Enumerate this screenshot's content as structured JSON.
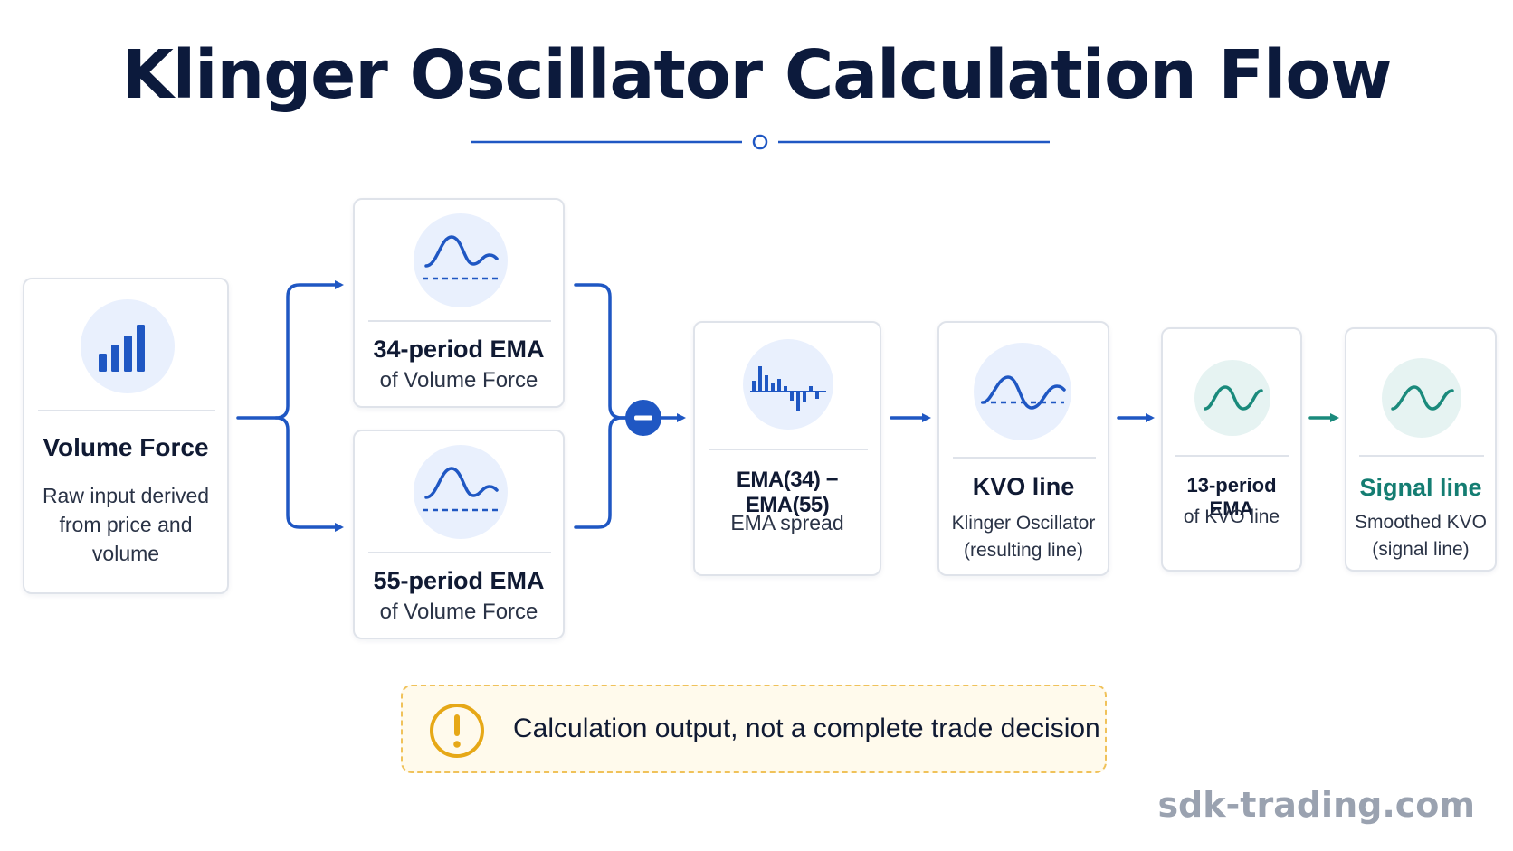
{
  "title": "Klinger Oscillator Calculation Flow",
  "nodes": {
    "volume_force": {
      "title": "Volume Force",
      "line1": "Raw input derived",
      "line2": "from price and",
      "line3": "volume",
      "icon": "bar-chart-icon"
    },
    "ema34": {
      "title": "34-period EMA",
      "subtitle": "of Volume Force",
      "icon": "wave-baseline-icon"
    },
    "ema55": {
      "title": "55-period EMA",
      "subtitle": "of Volume Force",
      "icon": "wave-baseline-icon"
    },
    "spread": {
      "title": "EMA(34) − EMA(55)",
      "subtitle": "EMA spread",
      "icon": "histogram-icon"
    },
    "kvo": {
      "title": "KVO line",
      "line1": "Klinger Oscillator",
      "line2": "(resulting line)",
      "icon": "oscillator-wave-icon"
    },
    "ema13": {
      "title": "13-period EMA",
      "subtitle": "of KVO line",
      "icon": "sine-wave-icon"
    },
    "signal": {
      "title": "Signal line",
      "line1": "Smoothed KVO",
      "line2": "(signal line)",
      "icon": "sine-wave-icon"
    }
  },
  "operator": {
    "symbol": "minus",
    "icon": "minus-circle-icon"
  },
  "warning": {
    "text": "Calculation output, not a complete trade decision",
    "icon": "exclamation-circle-icon"
  },
  "watermark": "sdk-trading.com",
  "colors": {
    "title": "#0c1a3c",
    "flow_blue": "#1f57c3",
    "flow_teal": "#1a8a7c",
    "icon_bg_blue": "#e9f0fd",
    "icon_bg_teal": "#e6f3f2",
    "warning_border": "#f0c25a",
    "warning_bg": "#fffaec",
    "watermark": "#9aa2b0"
  }
}
